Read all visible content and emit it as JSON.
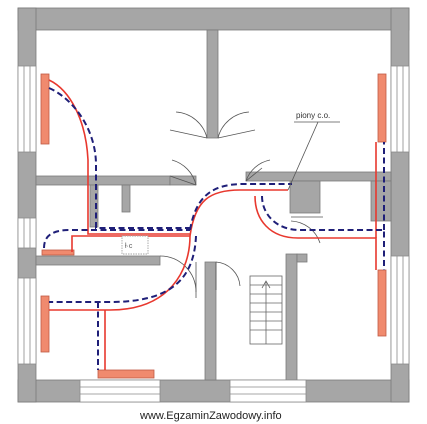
{
  "labels": {
    "risers": "piony c.o.",
    "boiler": "ł·c",
    "footer": "www.EgzaminZawodowy.info"
  },
  "colors": {
    "walls": "#a6a6a6",
    "radiators": "#f08a6e",
    "supply_pipe": "#e8382e",
    "return_pipe": "#1f1f78"
  }
}
